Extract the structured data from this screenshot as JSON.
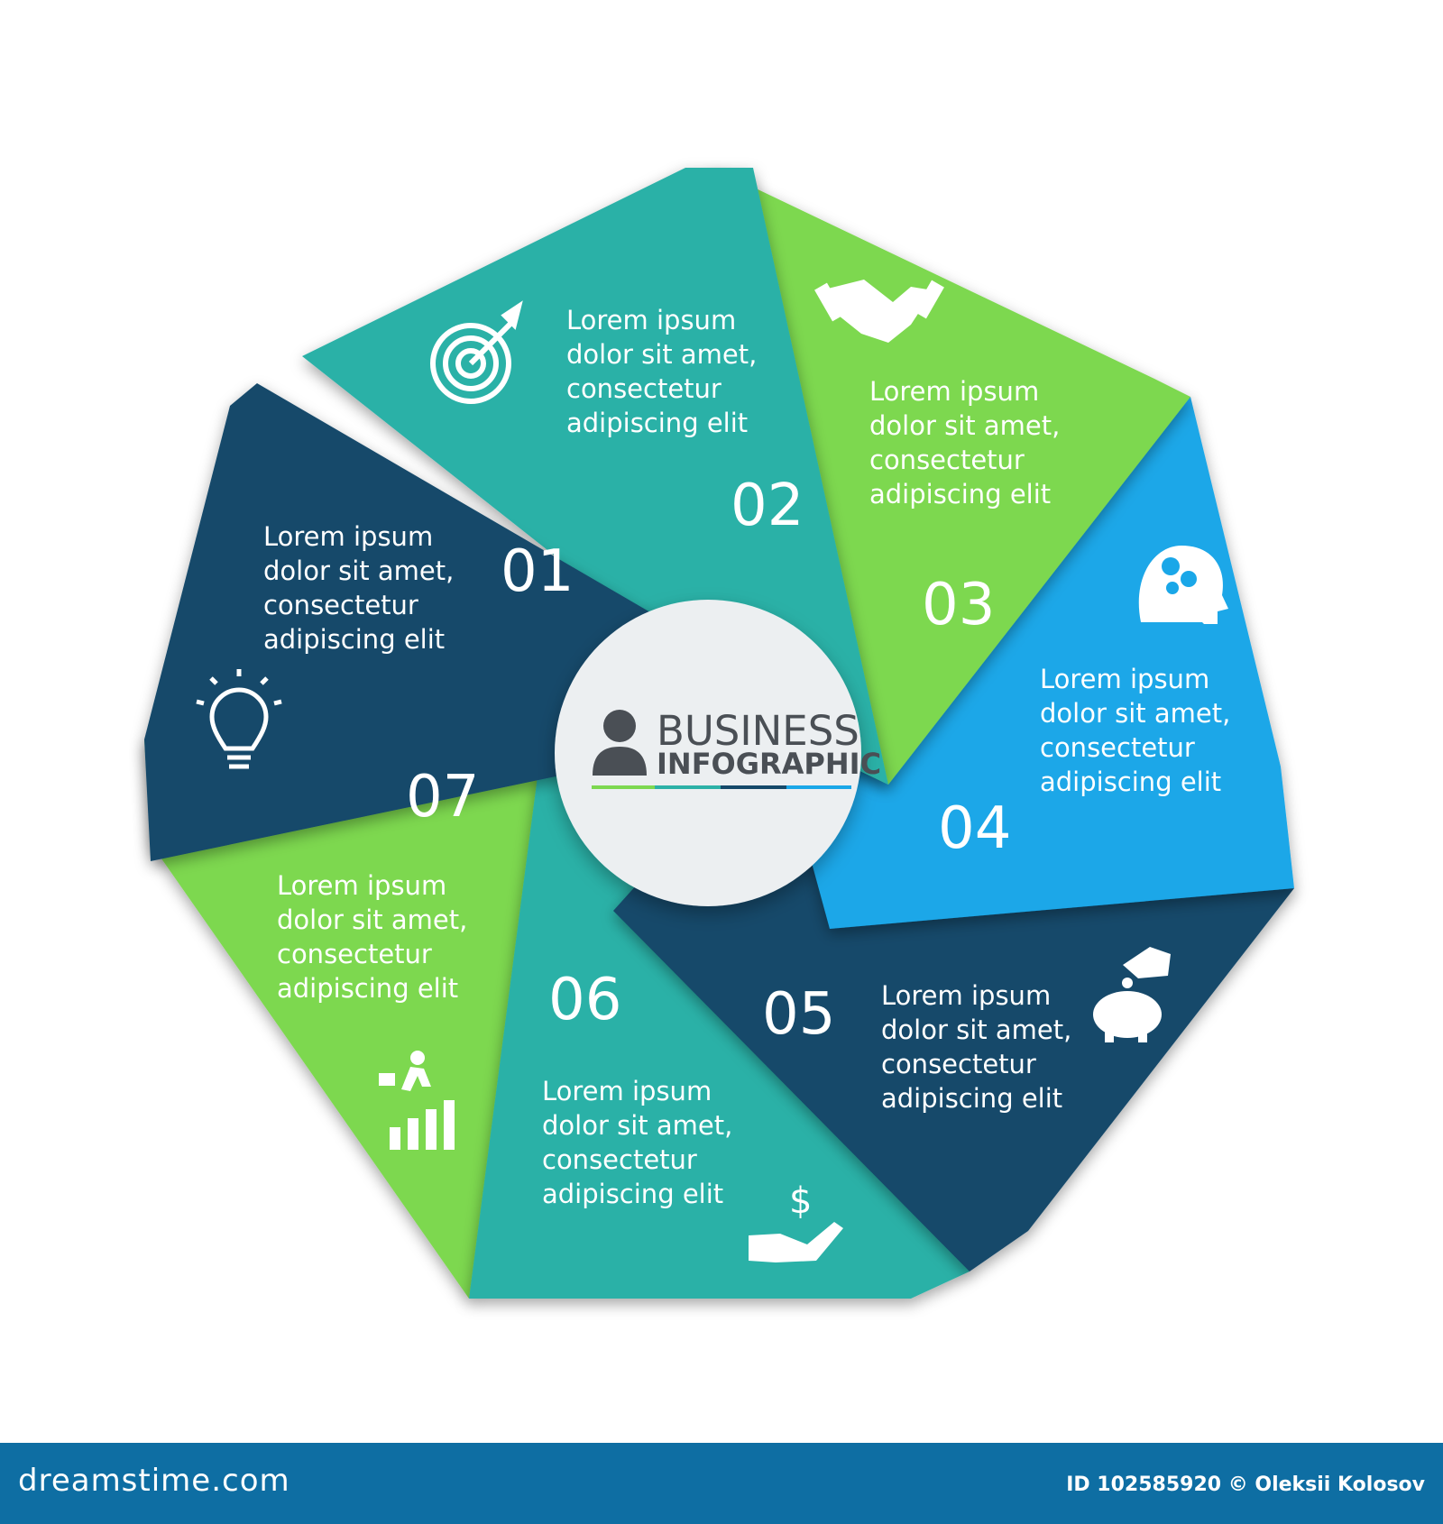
{
  "colors": {
    "dark_navy": "#14496a",
    "teal": "#2cb1a7",
    "green": "#7dd850",
    "blue": "#1aa7e8",
    "center_bg": "#eceff1",
    "footer_bg": "#0e6ea3"
  },
  "center": {
    "title": "BUSINESS",
    "subtitle": "INFOGRAPHIC",
    "icon": "businessman-icon"
  },
  "segments": [
    {
      "number": "01",
      "lines": [
        "Lorem ipsum",
        "dolor sit amet,",
        "consectetur",
        "adipiscing elit"
      ],
      "icon": "lightbulb-icon",
      "color": "#14496a"
    },
    {
      "number": "02",
      "lines": [
        "Lorem ipsum",
        "dolor sit amet,",
        "consectetur",
        "adipiscing elit"
      ],
      "icon": "target-icon",
      "color": "#2cb1a7"
    },
    {
      "number": "03",
      "lines": [
        "Lorem ipsum",
        "dolor sit amet,",
        "consectetur",
        "adipiscing elit"
      ],
      "icon": "handshake-icon",
      "color": "#7dd850"
    },
    {
      "number": "04",
      "lines": [
        "Lorem ipsum",
        "dolor sit amet,",
        "consectetur",
        "adipiscing elit"
      ],
      "icon": "head-gears-icon",
      "color": "#1aa7e8"
    },
    {
      "number": "05",
      "lines": [
        "Lorem ipsum",
        "dolor sit amet,",
        "consectetur",
        "adipiscing elit"
      ],
      "icon": "piggy-bank-icon",
      "color": "#14496a"
    },
    {
      "number": "06",
      "lines": [
        "Lorem ipsum",
        "dolor sit amet,",
        "consectetur",
        "adipiscing elit"
      ],
      "icon": "hand-dollar-icon",
      "color": "#2cb1a7"
    },
    {
      "number": "07",
      "lines": [
        "Lorem ipsum",
        "dolor sit amet,",
        "consectetur",
        "adipiscing elit"
      ],
      "icon": "running-man-chart-icon",
      "color": "#7dd850"
    }
  ],
  "footer": {
    "site": "dreamstime.com",
    "credit": "ID 102585920 © Oleksii Kolosov"
  }
}
